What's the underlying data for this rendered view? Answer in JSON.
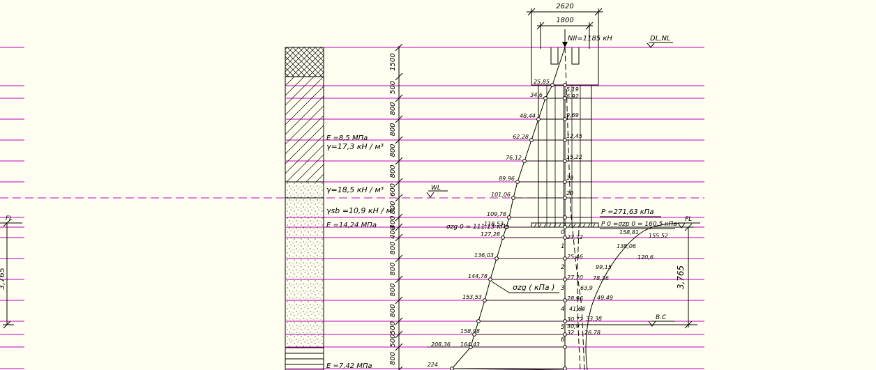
{
  "header": {
    "dim_total": "2620",
    "dim_inner": "1800",
    "load": "NII=1185 кН",
    "dl_nl": "DL,NL"
  },
  "left_dims": [
    "1500",
    "500",
    "800",
    "800",
    "800",
    "800",
    "600",
    "800",
    "400",
    "400",
    "800",
    "800",
    "800",
    "800",
    "500",
    "500",
    "800"
  ],
  "layers": {
    "e1": "E =8,5 МПа",
    "g1": "γ=17,3 кН / м³",
    "g2": "γ=18,5 кН / м³",
    "gsb": "γsb =10,9 кН / м³",
    "e2": "E =14,24 МПа",
    "e3": "E =7,42 МПа"
  },
  "markers": {
    "wl": "WL",
    "fl": "FL",
    "fl_left": "FL",
    "bc": "B.C"
  },
  "depth_dim": "3,765",
  "depth_dim_left": "3,765",
  "pressure": {
    "p": "P =271,63 кПа",
    "p0": "P 0 =σzp 0 = 160,5 кПа",
    "szg0": "σzg 0 = 111,13 кПа",
    "szg_label": "σzg ( кПа )"
  },
  "chart_data": {
    "type": "diagram",
    "szg_values": [
      "25,85",
      "34,6",
      "48,44",
      "62,28",
      "76,12",
      "89,96",
      "101,06",
      "109,78",
      "118,53",
      "127,28",
      "136,03",
      "144,78",
      "153,53",
      "158,98",
      "164,43",
      "208,36",
      "224"
    ],
    "inner_values": [
      "5,19",
      "6,92",
      "9,69",
      "12,45",
      "15,22",
      "18",
      "20"
    ],
    "point_labels": [
      "0",
      "1",
      "2",
      "3",
      "4",
      "5",
      "6"
    ],
    "szp_values": [
      "23,72",
      "25,46",
      "27,20",
      "28,96",
      "30,72",
      "30,9",
      "32"
    ],
    "szp_values2": [
      "158,81",
      "155,52",
      "138,06",
      "120,6",
      "99,15",
      "78,36",
      "63,9",
      "49,49",
      "41,64",
      "33,38",
      "26,78"
    ]
  }
}
